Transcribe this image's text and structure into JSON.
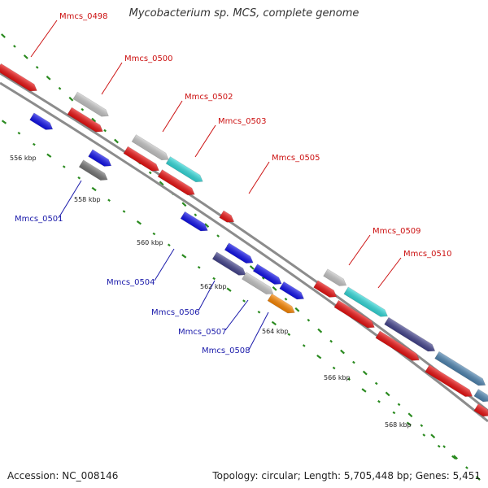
{
  "title": "Mycobacterium sp. MCS, complete genome",
  "footer": {
    "accession": "Accession: NC_008146",
    "summary": "Topology: circular; Length: 5,705,448 bp; Genes: 5,451"
  },
  "colors": {
    "backbone": "#8c8c8c",
    "tick": "#2a8a1f",
    "top_label": "#cc1111",
    "bottom_label": "#1a1aaa"
  },
  "kbp_labels": [
    "556 kbp",
    "558 kbp",
    "560 kbp",
    "562 kbp",
    "564 kbp",
    "566 kbp",
    "568 kbp"
  ],
  "genes": [
    {
      "name": "Mmcs_0498",
      "strand": "top",
      "color": "#ee1111"
    },
    {
      "name": "Mmcs_0500",
      "strand": "top",
      "color": "#c8c8c8"
    },
    {
      "name": "Mmcs_0501",
      "strand": "bottom",
      "color": "#777777"
    },
    {
      "name": "Mmcs_0502",
      "strand": "top",
      "color": "#c8c8c8"
    },
    {
      "name": "Mmcs_0503",
      "strand": "top",
      "color": "#33dddd"
    },
    {
      "name": "Mmcs_0504",
      "strand": "bottom",
      "color": "#1111ee"
    },
    {
      "name": "Mmcs_0505",
      "strand": "top",
      "color": "#ee1111"
    },
    {
      "name": "Mmcs_0506",
      "strand": "bottom",
      "color": "#44448f"
    },
    {
      "name": "Mmcs_0507",
      "strand": "bottom",
      "color": "#c8c8c8"
    },
    {
      "name": "Mmcs_0508",
      "strand": "bottom",
      "color": "#ff8800"
    },
    {
      "name": "Mmcs_0509",
      "strand": "top",
      "color": "#c8c8c8"
    },
    {
      "name": "Mmcs_0510",
      "strand": "top",
      "color": "#33dddd"
    }
  ]
}
